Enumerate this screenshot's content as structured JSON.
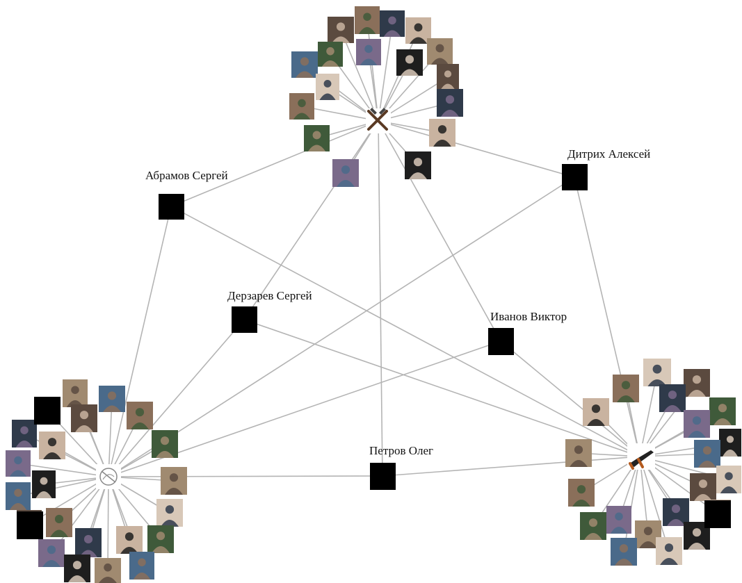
{
  "people": [
    {
      "id": "abramov",
      "name": "Абрамов Сергей"
    },
    {
      "id": "ditrikh",
      "name": "Дитрих Алексей"
    },
    {
      "id": "derzarev",
      "name": "Дерзарев Сергей"
    },
    {
      "id": "ivanov",
      "name": "Иванов Виктор"
    },
    {
      "id": "petrov",
      "name": "Петров Олег"
    }
  ],
  "groups": [
    {
      "id": "top",
      "icon": "crossed-revolvers-icon"
    },
    {
      "id": "left",
      "icon": "crossed-circle-emblem-icon"
    },
    {
      "id": "right",
      "icon": "assault-rifle-icon"
    }
  ],
  "links": [
    [
      "abramov",
      "top"
    ],
    [
      "abramov",
      "left"
    ],
    [
      "abramov",
      "right"
    ],
    [
      "ditrikh",
      "top"
    ],
    [
      "ditrikh",
      "left"
    ],
    [
      "ditrikh",
      "right"
    ],
    [
      "derzarev",
      "top"
    ],
    [
      "derzarev",
      "left"
    ],
    [
      "derzarev",
      "right"
    ],
    [
      "ivanov",
      "top"
    ],
    [
      "ivanov",
      "left"
    ],
    [
      "ivanov",
      "right"
    ],
    [
      "petrov",
      "top"
    ],
    [
      "petrov",
      "left"
    ],
    [
      "petrov",
      "right"
    ]
  ],
  "palette": {
    "edge": "#b4b4b4",
    "node": "#000000",
    "background": "#ffffff",
    "photo_tones": [
      "#5b4a3f",
      "#8a6f5a",
      "#2f3a4a",
      "#c9b3a0",
      "#3f5a3a",
      "#7a6a8a",
      "#1e1e1e",
      "#a08a70",
      "#4a6a8a",
      "#d8c8b8"
    ]
  }
}
